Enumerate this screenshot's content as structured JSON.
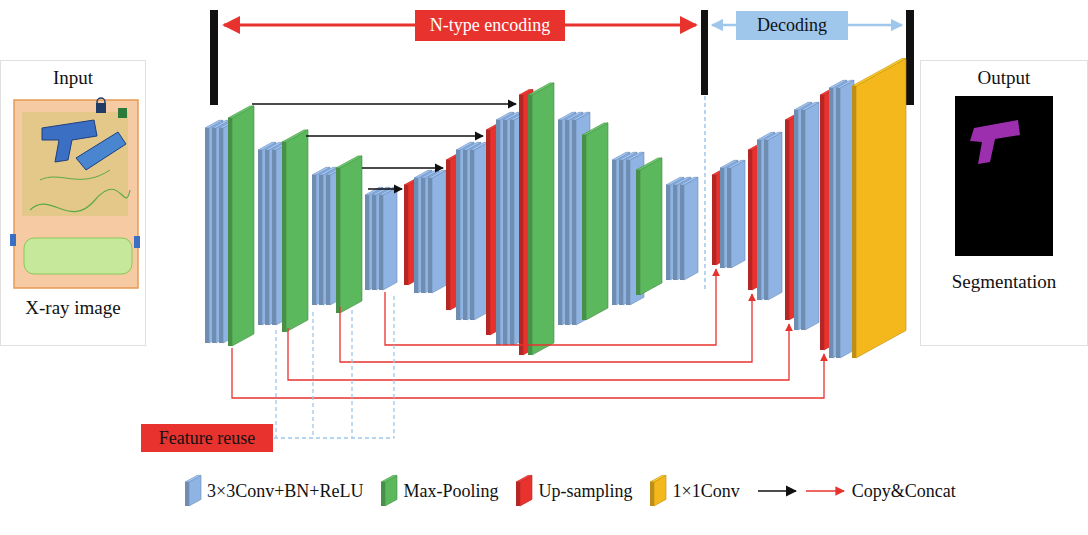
{
  "diagram": {
    "nodes": [
      {
        "text": [
          "Input",
          "X-ray image"
        ]
      },
      {
        "text": [
          "N-type encoding"
        ]
      },
      {
        "text": [
          "Decoding"
        ]
      },
      {
        "text": [
          "Output",
          "Segmentation"
        ]
      },
      {
        "text": [
          "Feature reuse"
        ]
      }
    ],
    "legend": [
      {
        "text": "3×3Conv+BN+ReLU",
        "color": "#8fb4e3"
      },
      {
        "text": "Max-Pooling",
        "color": "#5cb85c"
      },
      {
        "text": "Up-sampling",
        "color": "#e8322e"
      },
      {
        "text": "1×1Conv",
        "color": "#f4b81c"
      },
      {
        "text": "Copy&Concat"
      }
    ]
  }
}
